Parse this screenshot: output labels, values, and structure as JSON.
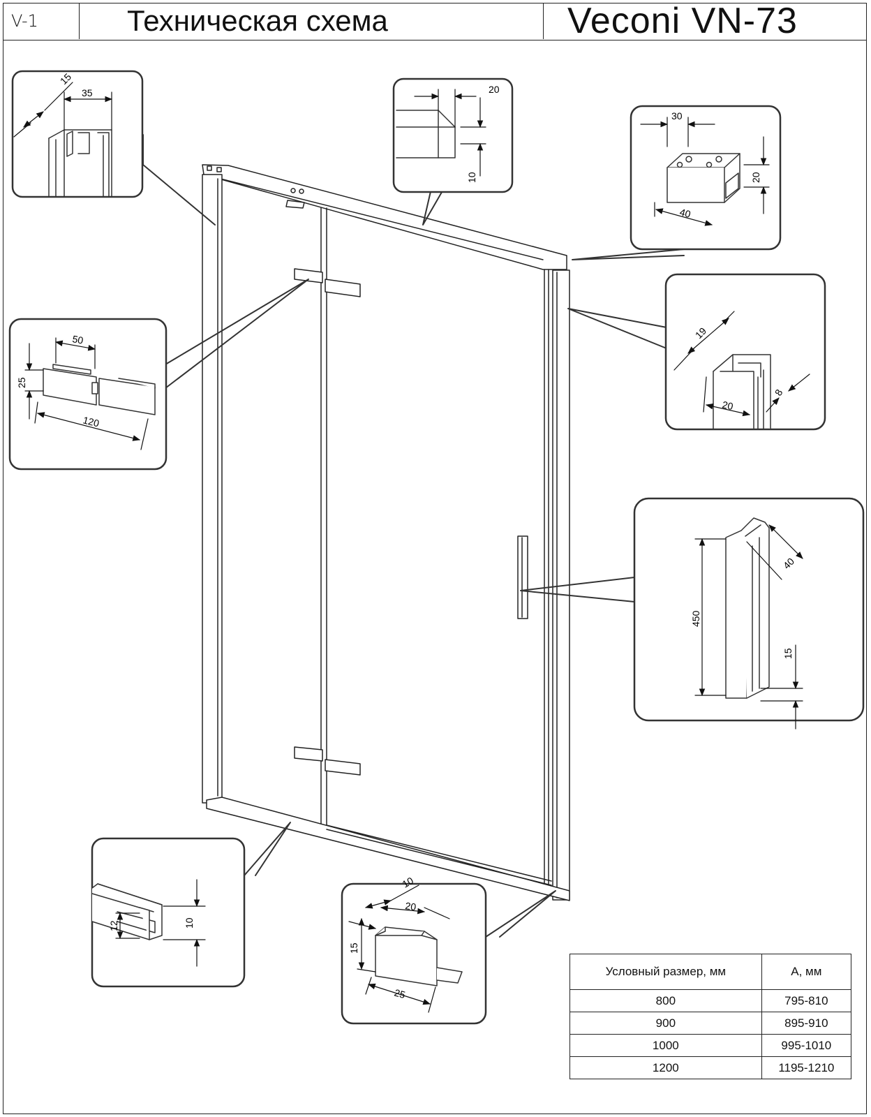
{
  "header": {
    "doc_code": "V-1",
    "title": "Техническая схема",
    "model": "Veconi VN-73"
  },
  "callouts": {
    "wall_profile": {
      "d1": "15",
      "d2": "35"
    },
    "top_rail": {
      "d1": "20",
      "d2": "10"
    },
    "corner_bracket": {
      "d1": "30",
      "d2": "20",
      "d3": "40"
    },
    "hinge": {
      "d1": "50",
      "d2": "25",
      "d3": "120"
    },
    "side_profile": {
      "d1": "19",
      "d2": "20",
      "d3": "8"
    },
    "handle": {
      "d1": "450",
      "d2": "40",
      "d3": "15"
    },
    "bottom_seal": {
      "d1": "12",
      "d2": "10"
    },
    "door_stop": {
      "d1": "10",
      "d2": "20",
      "d3": "15",
      "d4": "25"
    }
  },
  "size_table": {
    "headers": [
      "Условный размер, мм",
      "A, мм"
    ],
    "rows": [
      [
        "800",
        "795-810"
      ],
      [
        "900",
        "895-910"
      ],
      [
        "1000",
        "995-1010"
      ],
      [
        "1200",
        "1195-1210"
      ]
    ]
  }
}
